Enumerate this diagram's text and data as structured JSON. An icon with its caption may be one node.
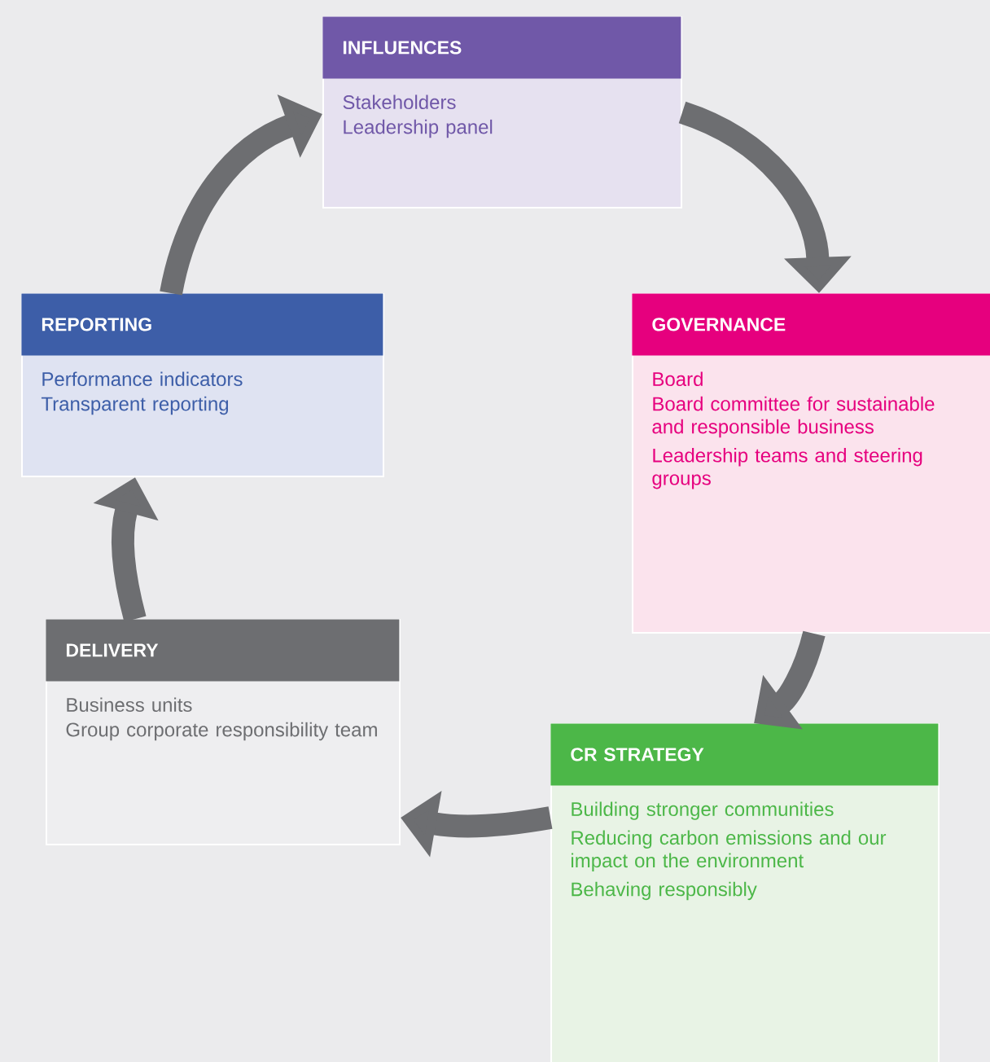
{
  "diagram": {
    "nodes": [
      {
        "text": [
          "INFLUENCES",
          "Stakeholders",
          "Leadership panel"
        ]
      },
      {
        "text": [
          "REPORTING",
          "Performance indicators",
          "Transparent reporting"
        ]
      },
      {
        "text": [
          "GOVERNANCE",
          "Board",
          "Board committee for sustainable and responsible business",
          "Leadership teams and steering groups"
        ]
      },
      {
        "text": [
          "DELIVERY",
          "Business units",
          "Group corporate responsibility team"
        ]
      },
      {
        "text": [
          "CR STRATEGY",
          "Building stronger communities",
          "Reducing carbon emissions and our impact on the environment",
          "Behaving responsibly"
        ]
      }
    ],
    "edges": [
      {
        "from": 0,
        "to": 2,
        "arrow": "to"
      },
      {
        "from": 2,
        "to": 4,
        "arrow": "to"
      },
      {
        "from": 4,
        "to": 3,
        "arrow": "to"
      },
      {
        "from": 3,
        "to": 1,
        "arrow": "to"
      },
      {
        "from": 1,
        "to": 0,
        "arrow": "to"
      }
    ]
  }
}
